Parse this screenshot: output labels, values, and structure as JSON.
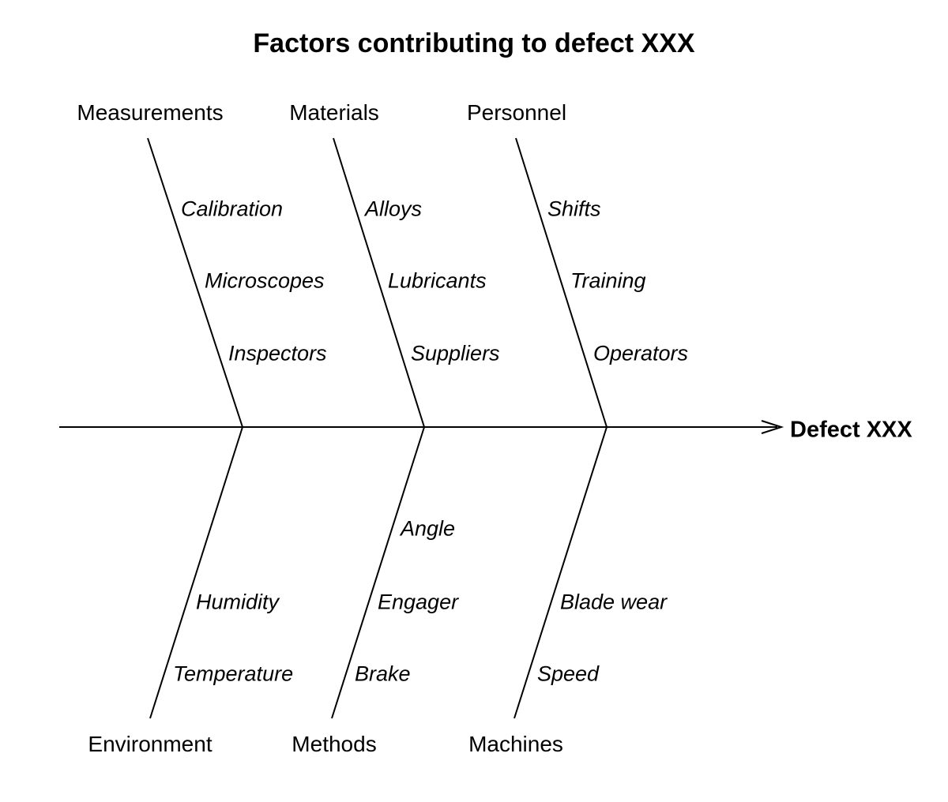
{
  "diagram": {
    "title": "Factors contributing to defect XXX",
    "effect": "Defect XXX",
    "top": [
      {
        "category": "Measurements",
        "causes": [
          "Calibration",
          "Microscopes",
          "Inspectors"
        ]
      },
      {
        "category": "Materials",
        "causes": [
          "Alloys",
          "Lubricants",
          "Suppliers"
        ]
      },
      {
        "category": "Personnel",
        "causes": [
          "Shifts",
          "Training",
          "Operators"
        ]
      }
    ],
    "bottom": [
      {
        "category": "Environment",
        "causes": [
          "Humidity",
          "Temperature"
        ]
      },
      {
        "category": "Methods",
        "causes": [
          "Angle",
          "Engager",
          "Brake"
        ]
      },
      {
        "category": "Machines",
        "causes": [
          "Blade wear",
          "Speed"
        ]
      }
    ],
    "icons": {
      "spine_arrowhead": "open-chevron-right"
    },
    "colors": {
      "line": "#000000",
      "text": "#000000",
      "background": "#ffffff"
    }
  }
}
